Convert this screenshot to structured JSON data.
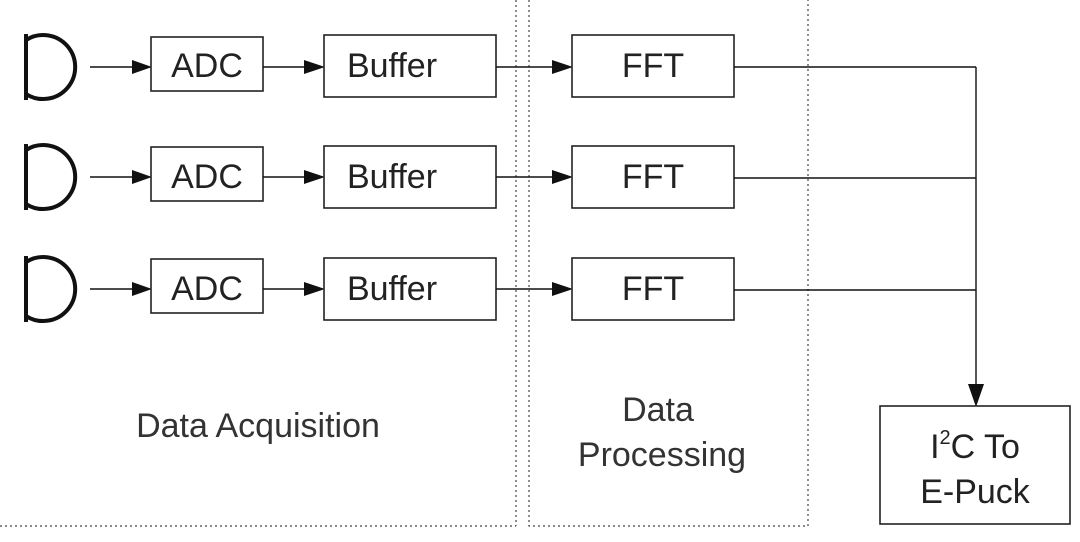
{
  "rows": [
    {
      "adc": "ADC",
      "buffer": "Buffer",
      "fft": "FFT"
    },
    {
      "adc": "ADC",
      "buffer": "Buffer",
      "fft": "FFT"
    },
    {
      "adc": "ADC",
      "buffer": "Buffer",
      "fft": "FFT"
    }
  ],
  "regions": {
    "acquisition": "Data Acquisition",
    "processing_line1": "Data",
    "processing_line2": "Processing"
  },
  "output": {
    "line1_prefix": "I",
    "line1_superscript": "2",
    "line1_suffix": "C To",
    "line2": "E-Puck"
  }
}
